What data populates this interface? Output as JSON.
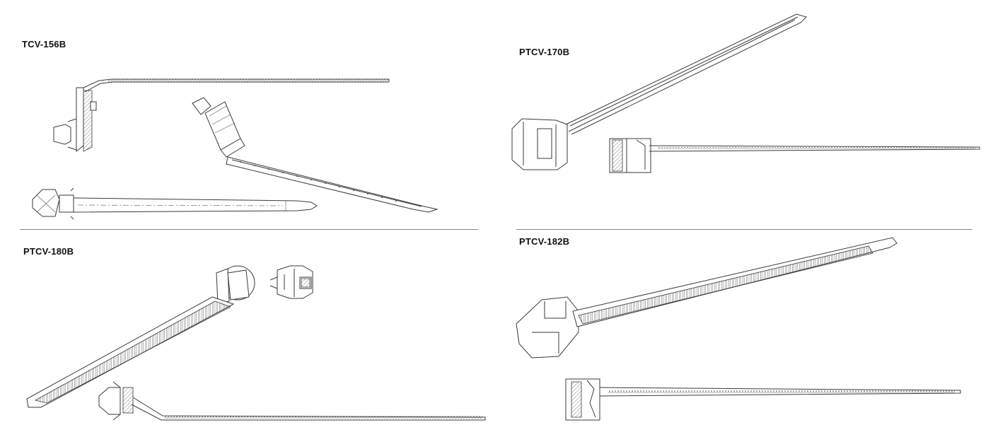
{
  "panels": {
    "top_left": {
      "part_number": "TCV-156B"
    },
    "top_right": {
      "part_number": "PTCV-170B"
    },
    "bottom_left": {
      "part_number": "PTCV-180B"
    },
    "bottom_right": {
      "part_number": "PTCV-182B"
    }
  }
}
